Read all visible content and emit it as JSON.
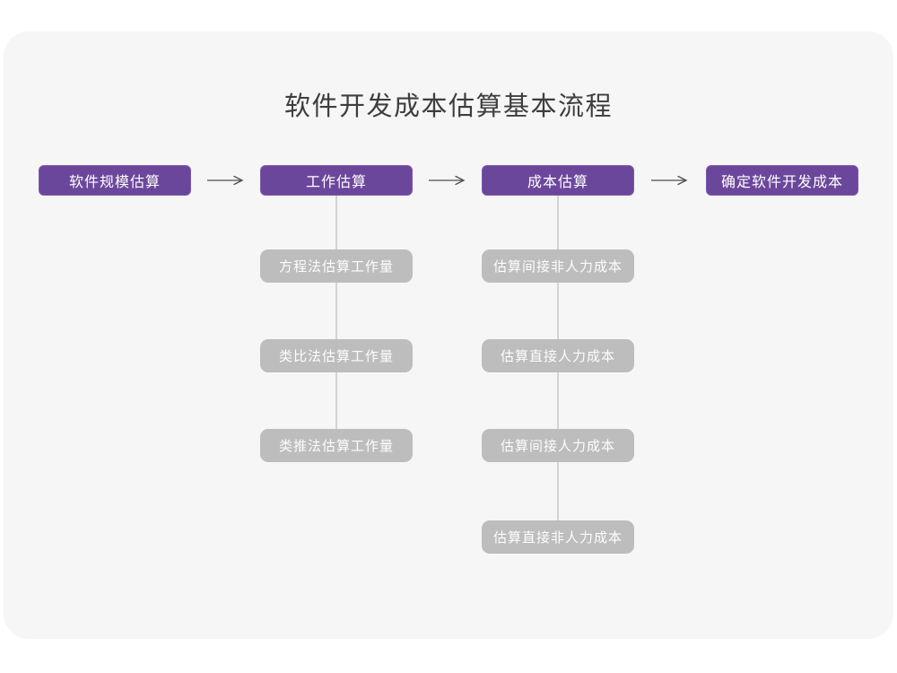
{
  "title": "软件开发成本估算基本流程",
  "colors": {
    "card_background": "#f6f6f7",
    "page_background": "#ffffff",
    "primary_box": "#6b479c",
    "secondary_box": "#bdbdbd",
    "box_text": "#ffffff",
    "title_text": "#3e3e3e",
    "arrow": "#4d4d4d",
    "connector_line": "#d3d3d3"
  },
  "flow": {
    "main_steps": [
      {
        "label": "软件规模估算"
      },
      {
        "label": "工作估算"
      },
      {
        "label": "成本估算"
      },
      {
        "label": "确定软件开发成本"
      }
    ],
    "work_estimation_methods": [
      "方程法估算工作量",
      "类比法估算工作量",
      "类推法估算工作量"
    ],
    "cost_estimation_steps": [
      "估算间接非人力成本",
      "估算直接人力成本",
      "估算间接人力成本",
      "估算直接非人力成本"
    ]
  }
}
